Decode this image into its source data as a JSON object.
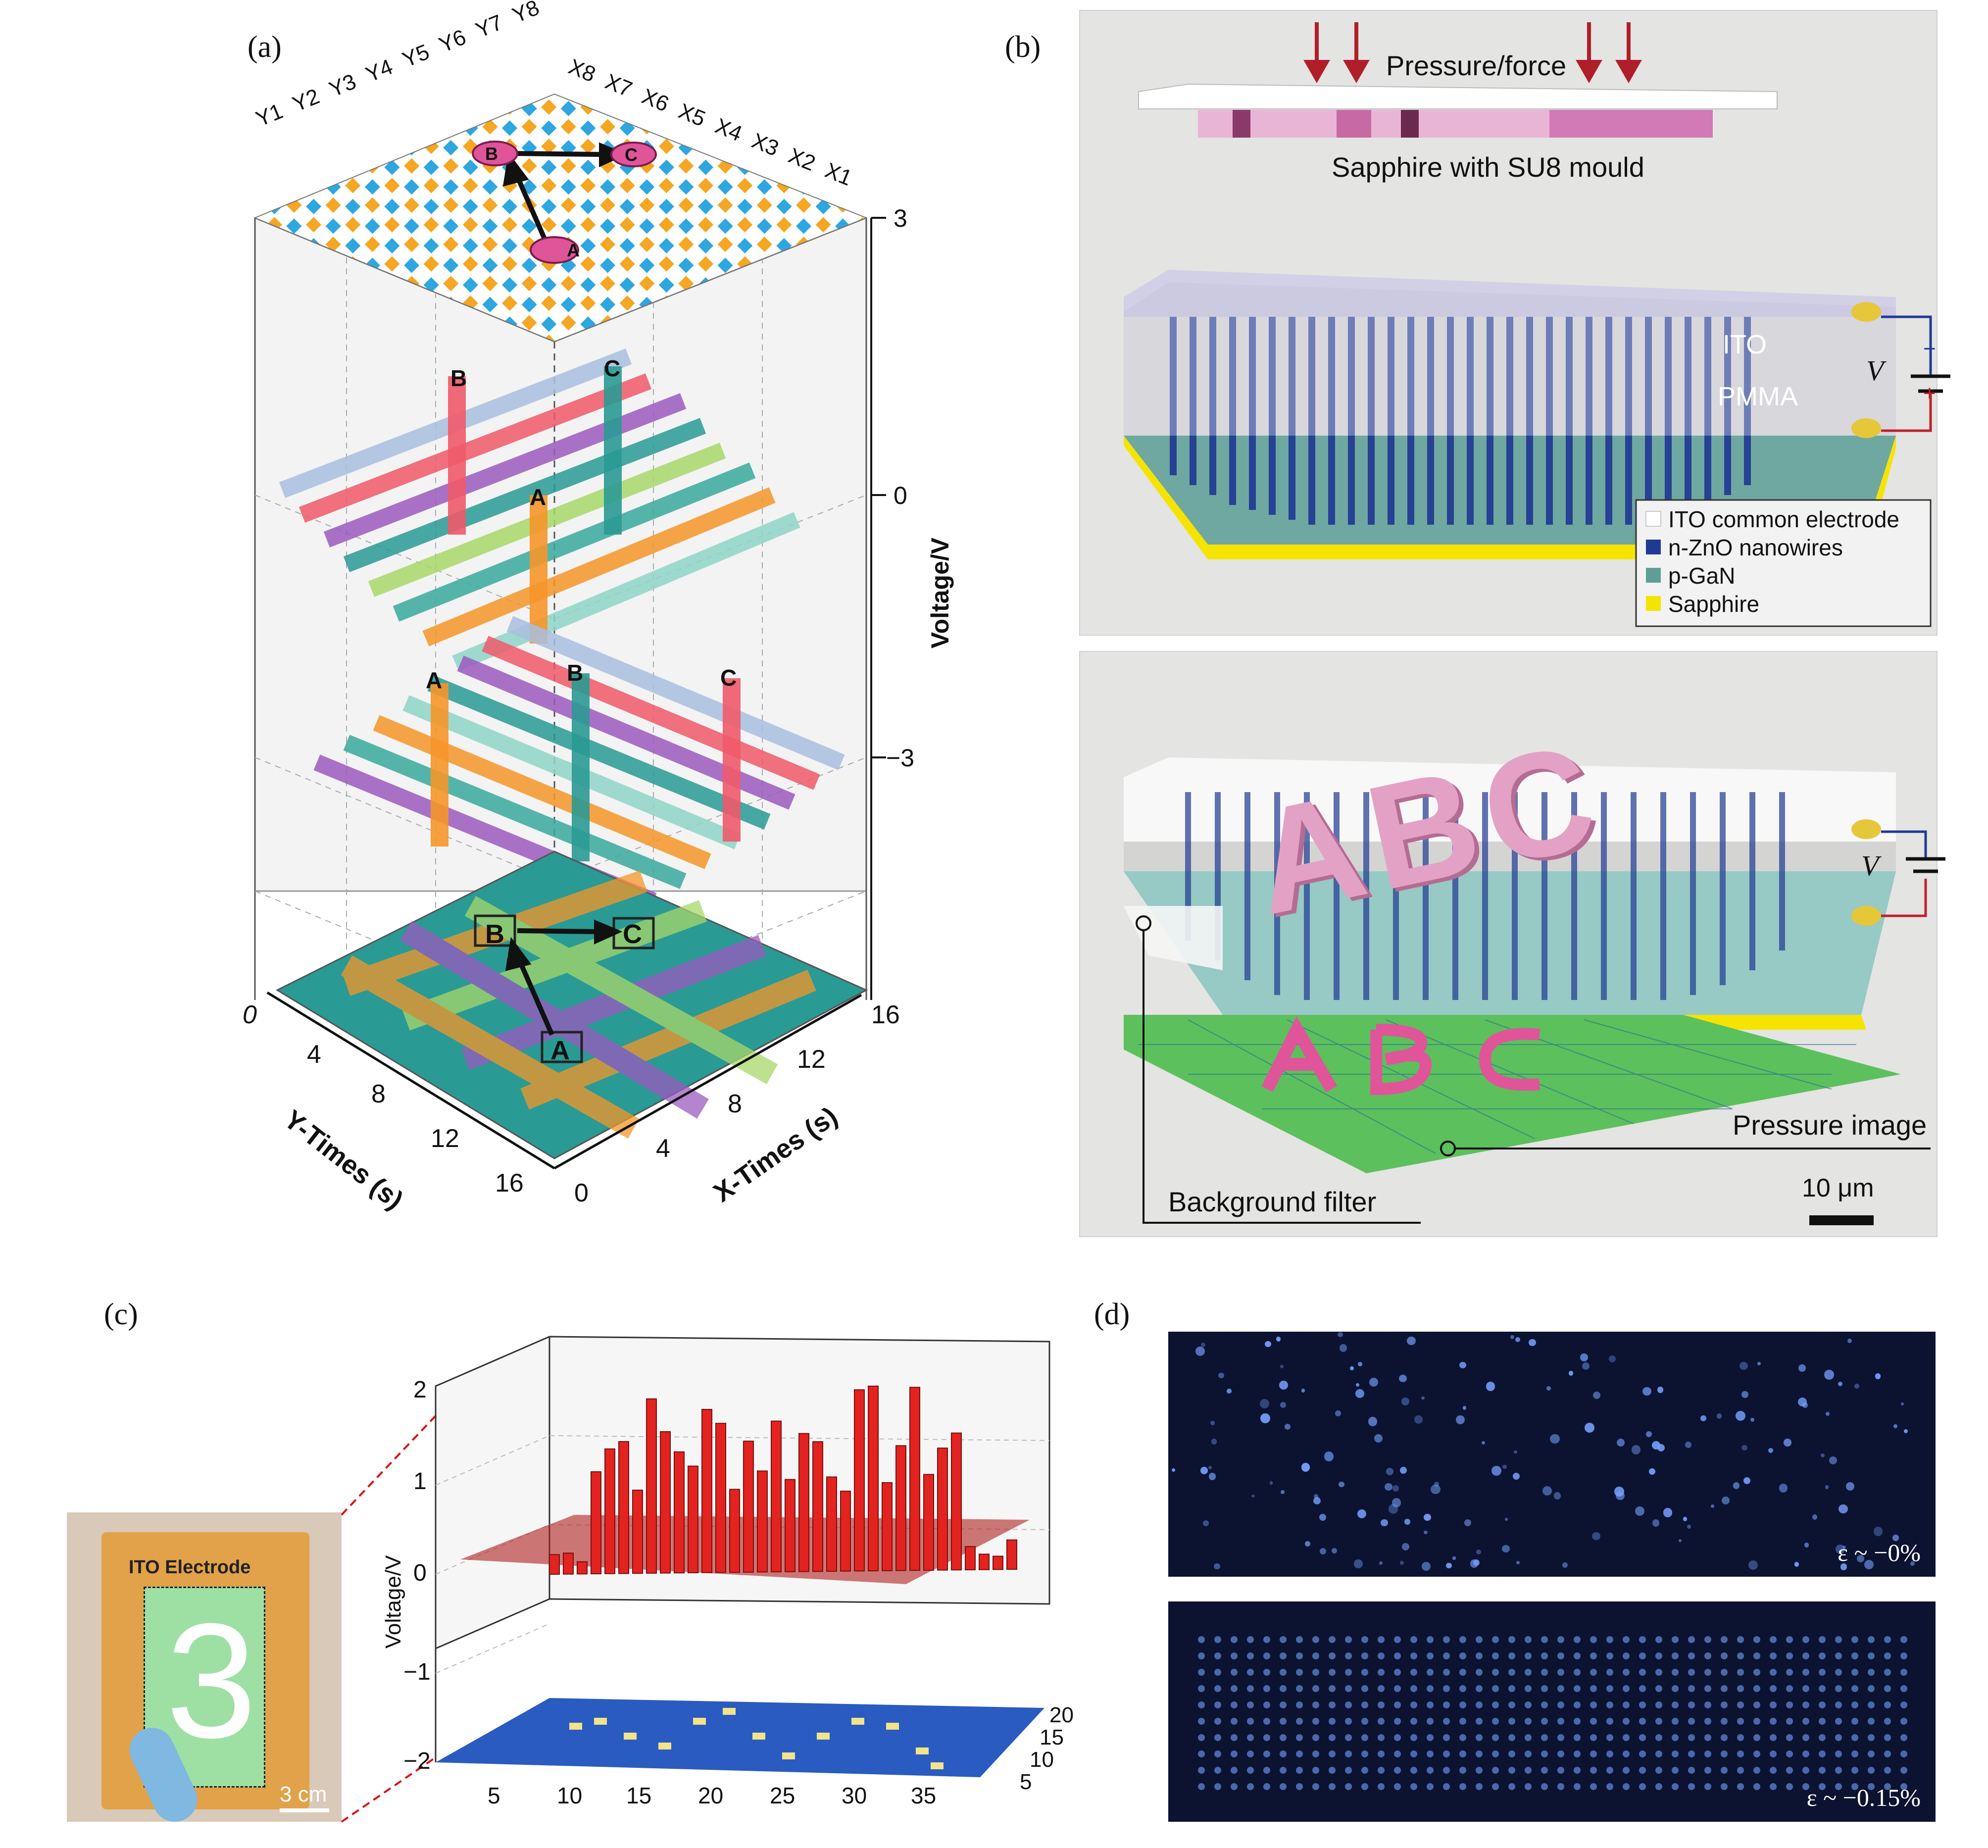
{
  "panels": {
    "a": {
      "letter": "(a)",
      "y_electrodes": [
        "Y1",
        "Y2",
        "Y3",
        "Y4",
        "Y5",
        "Y6",
        "Y7",
        "Y8"
      ],
      "x_electrodes": [
        "X8",
        "X7",
        "X6",
        "X5",
        "X4",
        "X3",
        "X2",
        "X1"
      ],
      "points": [
        "A",
        "B",
        "C"
      ],
      "voltage_axis": {
        "label": "Voltage/V",
        "ticks": [
          "3",
          "0",
          "−3"
        ]
      },
      "y_times": {
        "label": "Y-Times (s)",
        "ticks": [
          "0",
          "4",
          "8",
          "12",
          "16"
        ]
      },
      "x_times": {
        "label": "X-Times (s)",
        "ticks": [
          "0",
          "4",
          "8",
          "12",
          "16"
        ]
      },
      "colors": {
        "blue_cell": "#2ea7e0",
        "orange_cell": "#f5a623",
        "pink_marker": "#e0549a"
      }
    },
    "b": {
      "letter": "(b)",
      "top_label": "Pressure/force",
      "mould_label": "Sapphire with SU8 mould",
      "ito_label": "ITO",
      "pmma_label": "PMMA",
      "voltage_label": "V",
      "minus": "−",
      "plus": "+",
      "legend": [
        {
          "label": "ITO common electrode",
          "color": "#ffffff"
        },
        {
          "label": "n-ZnO nanowires",
          "color": "#1f3a93"
        },
        {
          "label": "p-GaN",
          "color": "#5f9e96"
        },
        {
          "label": "Sapphire",
          "color": "#f5e400"
        }
      ],
      "letters_3d": "ABC",
      "pressure_image_label": "Pressure image",
      "background_filter_label": "Background filter",
      "scale_label": "10 μm"
    },
    "c": {
      "letter": "(c)",
      "photo_label": "ITO Electrode",
      "photo_digit": "3",
      "photo_scale": "3 cm",
      "voltage_axis": {
        "label": "Voltage/V",
        "ticks": [
          "2",
          "1",
          "0",
          "−1",
          "−2"
        ]
      },
      "x_ticks": [
        "5",
        "10",
        "15",
        "20",
        "25",
        "30",
        "35"
      ],
      "y_ticks": [
        "20",
        "15",
        "10",
        "5"
      ]
    },
    "d": {
      "letter": "(d)",
      "strain_top": "ε ~ −0%",
      "strain_bottom": "ε ~ −0.15%"
    }
  }
}
